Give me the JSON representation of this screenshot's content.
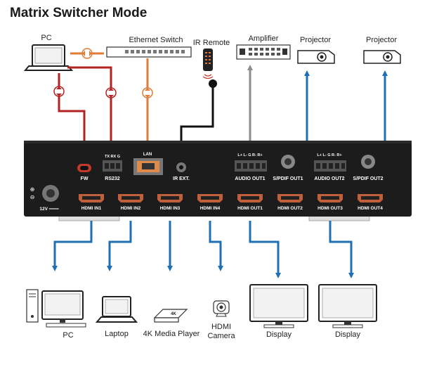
{
  "title": "Matrix Switcher Mode",
  "colors": {
    "ethernet": "#e07b39",
    "serial_fw": "#b22222",
    "ir": "#111111",
    "audio": "#8c8c8c",
    "hdmi": "#1f6fb2",
    "chassis": "#1c1c1c"
  },
  "top_devices": {
    "pc": "PC",
    "ethernet_switch": "Ethernet Switch",
    "ir_remote": "IR Remote",
    "amplifier": "Amplifier",
    "projector_1": "Projector",
    "projector_2": "Projector"
  },
  "ports": {
    "fw": "FW",
    "rs232": "RS232",
    "rs232_pins": "TX RX G",
    "lan": "LAN",
    "ir_ext": "IR EXT.",
    "audio_out1": "AUDIO OUT1",
    "audio_out1_pins": "L+ L- G R- R+",
    "spdif_out1": "S/PDIF OUT1",
    "audio_out2": "AUDIO OUT2",
    "audio_out2_pins": "L+ L- G R- R+",
    "spdif_out2": "S/PDIF OUT2",
    "power": "12V ═══",
    "hdmi_in1": "HDMI IN1",
    "hdmi_in2": "HDMI IN2",
    "hdmi_in3": "HDMI IN3",
    "hdmi_in4": "HDMI IN4",
    "hdmi_out1": "HDMI OUT1",
    "hdmi_out2": "HDMI OUT2",
    "hdmi_out3": "HDMI OUT3",
    "hdmi_out4": "HDMI OUT4"
  },
  "bottom_devices": {
    "pc": "PC",
    "laptop": "Laptop",
    "media_player": "4K Media Player",
    "media_player_badge": "4K",
    "camera_line1": "HDMI",
    "camera_line2": "Camera",
    "display_1": "Display",
    "display_2": "Display"
  }
}
